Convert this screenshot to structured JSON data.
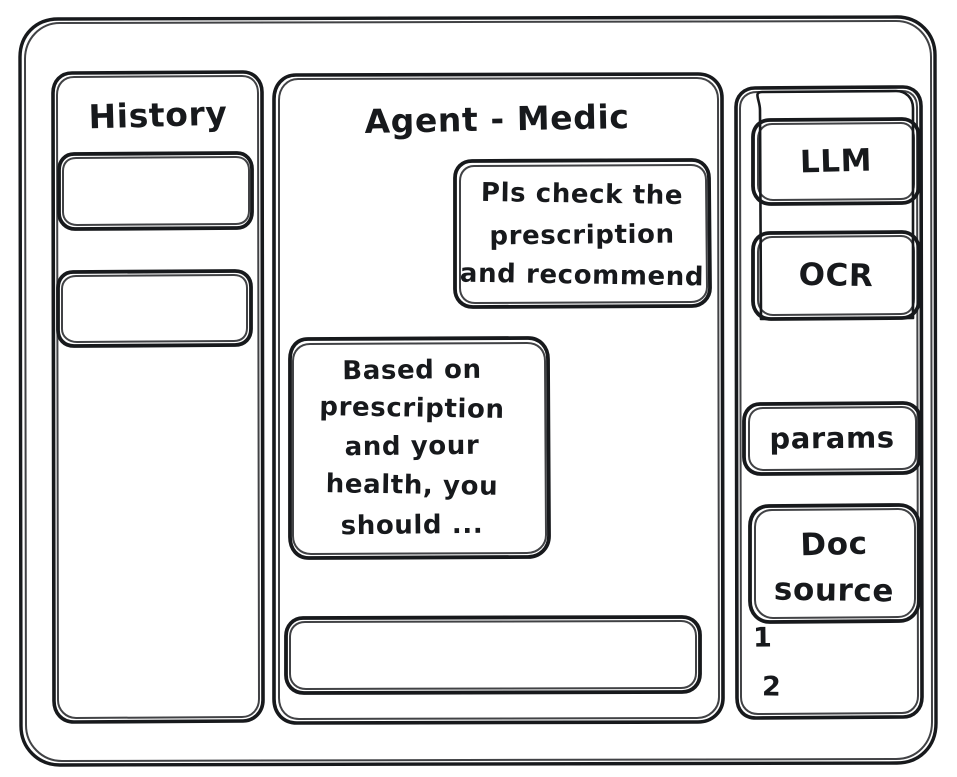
{
  "window": {
    "name": "agent-medic-wireframe"
  },
  "sidebar_left": {
    "title": "History",
    "items": [
      {
        "label": ""
      },
      {
        "label": ""
      }
    ]
  },
  "main": {
    "title": "Agent - Medic",
    "messages": [
      {
        "role": "user",
        "align": "right",
        "lines": [
          "Pls check the",
          "prescription",
          "and recommend"
        ]
      },
      {
        "role": "assistant",
        "align": "left",
        "lines": [
          "Based on",
          "prescription",
          "and your",
          "health, you",
          "should ..."
        ]
      }
    ],
    "composer": {
      "value": "",
      "placeholder": ""
    }
  },
  "sidebar_right": {
    "tools_group": {
      "items": [
        {
          "label": "LLM"
        },
        {
          "label": "OCR"
        }
      ]
    },
    "params": {
      "label": "params"
    },
    "doc_source": {
      "lines": [
        "Doc",
        "source"
      ],
      "list": [
        "1",
        "2"
      ]
    }
  },
  "style": {
    "ink": "#17191c",
    "paper": "#ffffff"
  }
}
